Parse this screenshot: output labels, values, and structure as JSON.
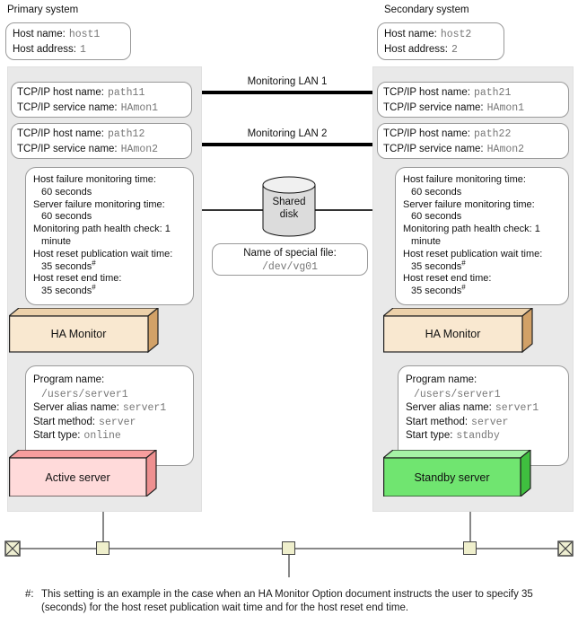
{
  "colors": {
    "panel": "#E9E9E9",
    "ha_monitor_front": "#F9E8D0",
    "ha_monitor_top": "#EDD1AA",
    "ha_monitor_side": "#D2A167",
    "active_front": "#FFDADA",
    "active_top": "#F79E9E",
    "active_side": "#EE9090",
    "standby_front": "#70E570",
    "standby_top": "#A5F2A5",
    "standby_side": "#3FBF3F",
    "connector": "#EFEFCC",
    "line_gray": "#888888"
  },
  "primary": {
    "title": "Primary system",
    "host_box": {
      "name_label": "Host name:",
      "name_value": "host1",
      "address_label": "Host address:",
      "address_value": "1"
    },
    "lan_paths": [
      {
        "host_label": "TCP/IP host name:",
        "host_value": "path11",
        "service_label": "TCP/IP service name:",
        "service_value": "HAmon1"
      },
      {
        "host_label": "TCP/IP host name:",
        "host_value": "path12",
        "service_label": "TCP/IP service name:",
        "service_value": "HAmon2"
      }
    ],
    "monitoring": [
      {
        "label": "Host failure monitoring time:",
        "value": "60 seconds",
        "note": ""
      },
      {
        "label": "Server failure monitoring time:",
        "value": "60 seconds",
        "note": ""
      },
      {
        "label": "Monitoring path health check: 1",
        "value": "minute",
        "note": ""
      },
      {
        "label": "Host reset publication wait time:",
        "value": "35 seconds",
        "note": "#"
      },
      {
        "label": "Host reset end time:",
        "value": "35 seconds",
        "note": "#"
      }
    ],
    "ha_monitor_label": "HA Monitor",
    "program": {
      "name_label": "Program name:",
      "name_value": "/users/server1",
      "alias_label": "Server alias name:",
      "alias_value": "server1",
      "method_label": "Start method:",
      "method_value": "server",
      "type_label": "Start type:",
      "type_value": "online"
    },
    "server_label": "Active server"
  },
  "secondary": {
    "title": "Secondary system",
    "host_box": {
      "name_label": "Host name:",
      "name_value": "host2",
      "address_label": "Host address:",
      "address_value": "2"
    },
    "lan_paths": [
      {
        "host_label": "TCP/IP host name:",
        "host_value": "path21",
        "service_label": "TCP/IP service name:",
        "service_value": "HAmon1"
      },
      {
        "host_label": "TCP/IP host name:",
        "host_value": "path22",
        "service_label": "TCP/IP service name:",
        "service_value": "HAmon2"
      }
    ],
    "monitoring": [
      {
        "label": "Host failure monitoring time:",
        "value": "60 seconds",
        "note": ""
      },
      {
        "label": "Server failure monitoring time:",
        "value": "60 seconds",
        "note": ""
      },
      {
        "label": "Monitoring path health check: 1",
        "value": "minute",
        "note": ""
      },
      {
        "label": "Host reset publication wait time:",
        "value": "35 seconds",
        "note": "#"
      },
      {
        "label": "Host reset end time:",
        "value": "35 seconds",
        "note": "#"
      }
    ],
    "ha_monitor_label": "HA Monitor",
    "program": {
      "name_label": "Program name:",
      "name_value": "/users/server1",
      "alias_label": "Server alias name:",
      "alias_value": "server1",
      "method_label": "Start method:",
      "method_value": "server",
      "type_label": "Start type:",
      "type_value": "standby"
    },
    "server_label": "Standby server"
  },
  "network": {
    "lan1_label": "Monitoring LAN 1",
    "lan2_label": "Monitoring LAN 2"
  },
  "shared_disk": {
    "label_line1": "Shared",
    "label_line2": "disk",
    "special_file_label": "Name of special file:",
    "special_file_value": "/dev/vg01"
  },
  "footnote": {
    "marker": "#:",
    "text": "This setting is an example in the case when an HA Monitor Option document instructs the user to specify 35 (seconds) for the host reset publication wait time and for the host reset end time."
  }
}
